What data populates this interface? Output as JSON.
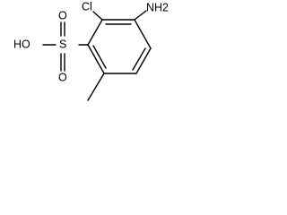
{
  "molecule": {
    "labels": {
      "nh2": "NH2",
      "cl": "Cl",
      "s": "S",
      "o_top": "O",
      "o_bottom": "O",
      "oh": "HO"
    }
  }
}
